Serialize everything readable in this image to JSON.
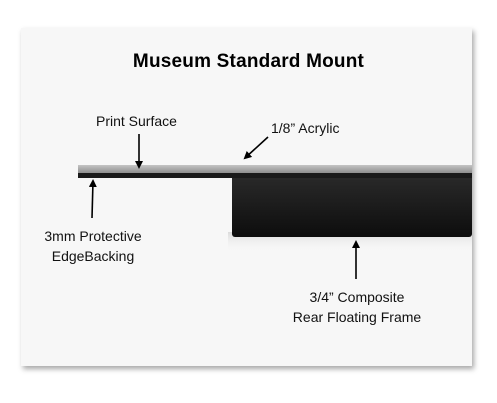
{
  "title": "Museum Standard Mount",
  "labels": {
    "print_surface": "Print Surface",
    "acrylic": "1/8” Acrylic",
    "edge_line1": "3mm Protective",
    "edge_line2": "EdgeBacking",
    "frame_line1": "3/4” Composite",
    "frame_line2": "Rear Floating Frame"
  },
  "colors": {
    "background": "#f7f7f7",
    "acrylic": "#a9a9a9",
    "backing": "#1a1a1a",
    "frame": "#151515"
  }
}
